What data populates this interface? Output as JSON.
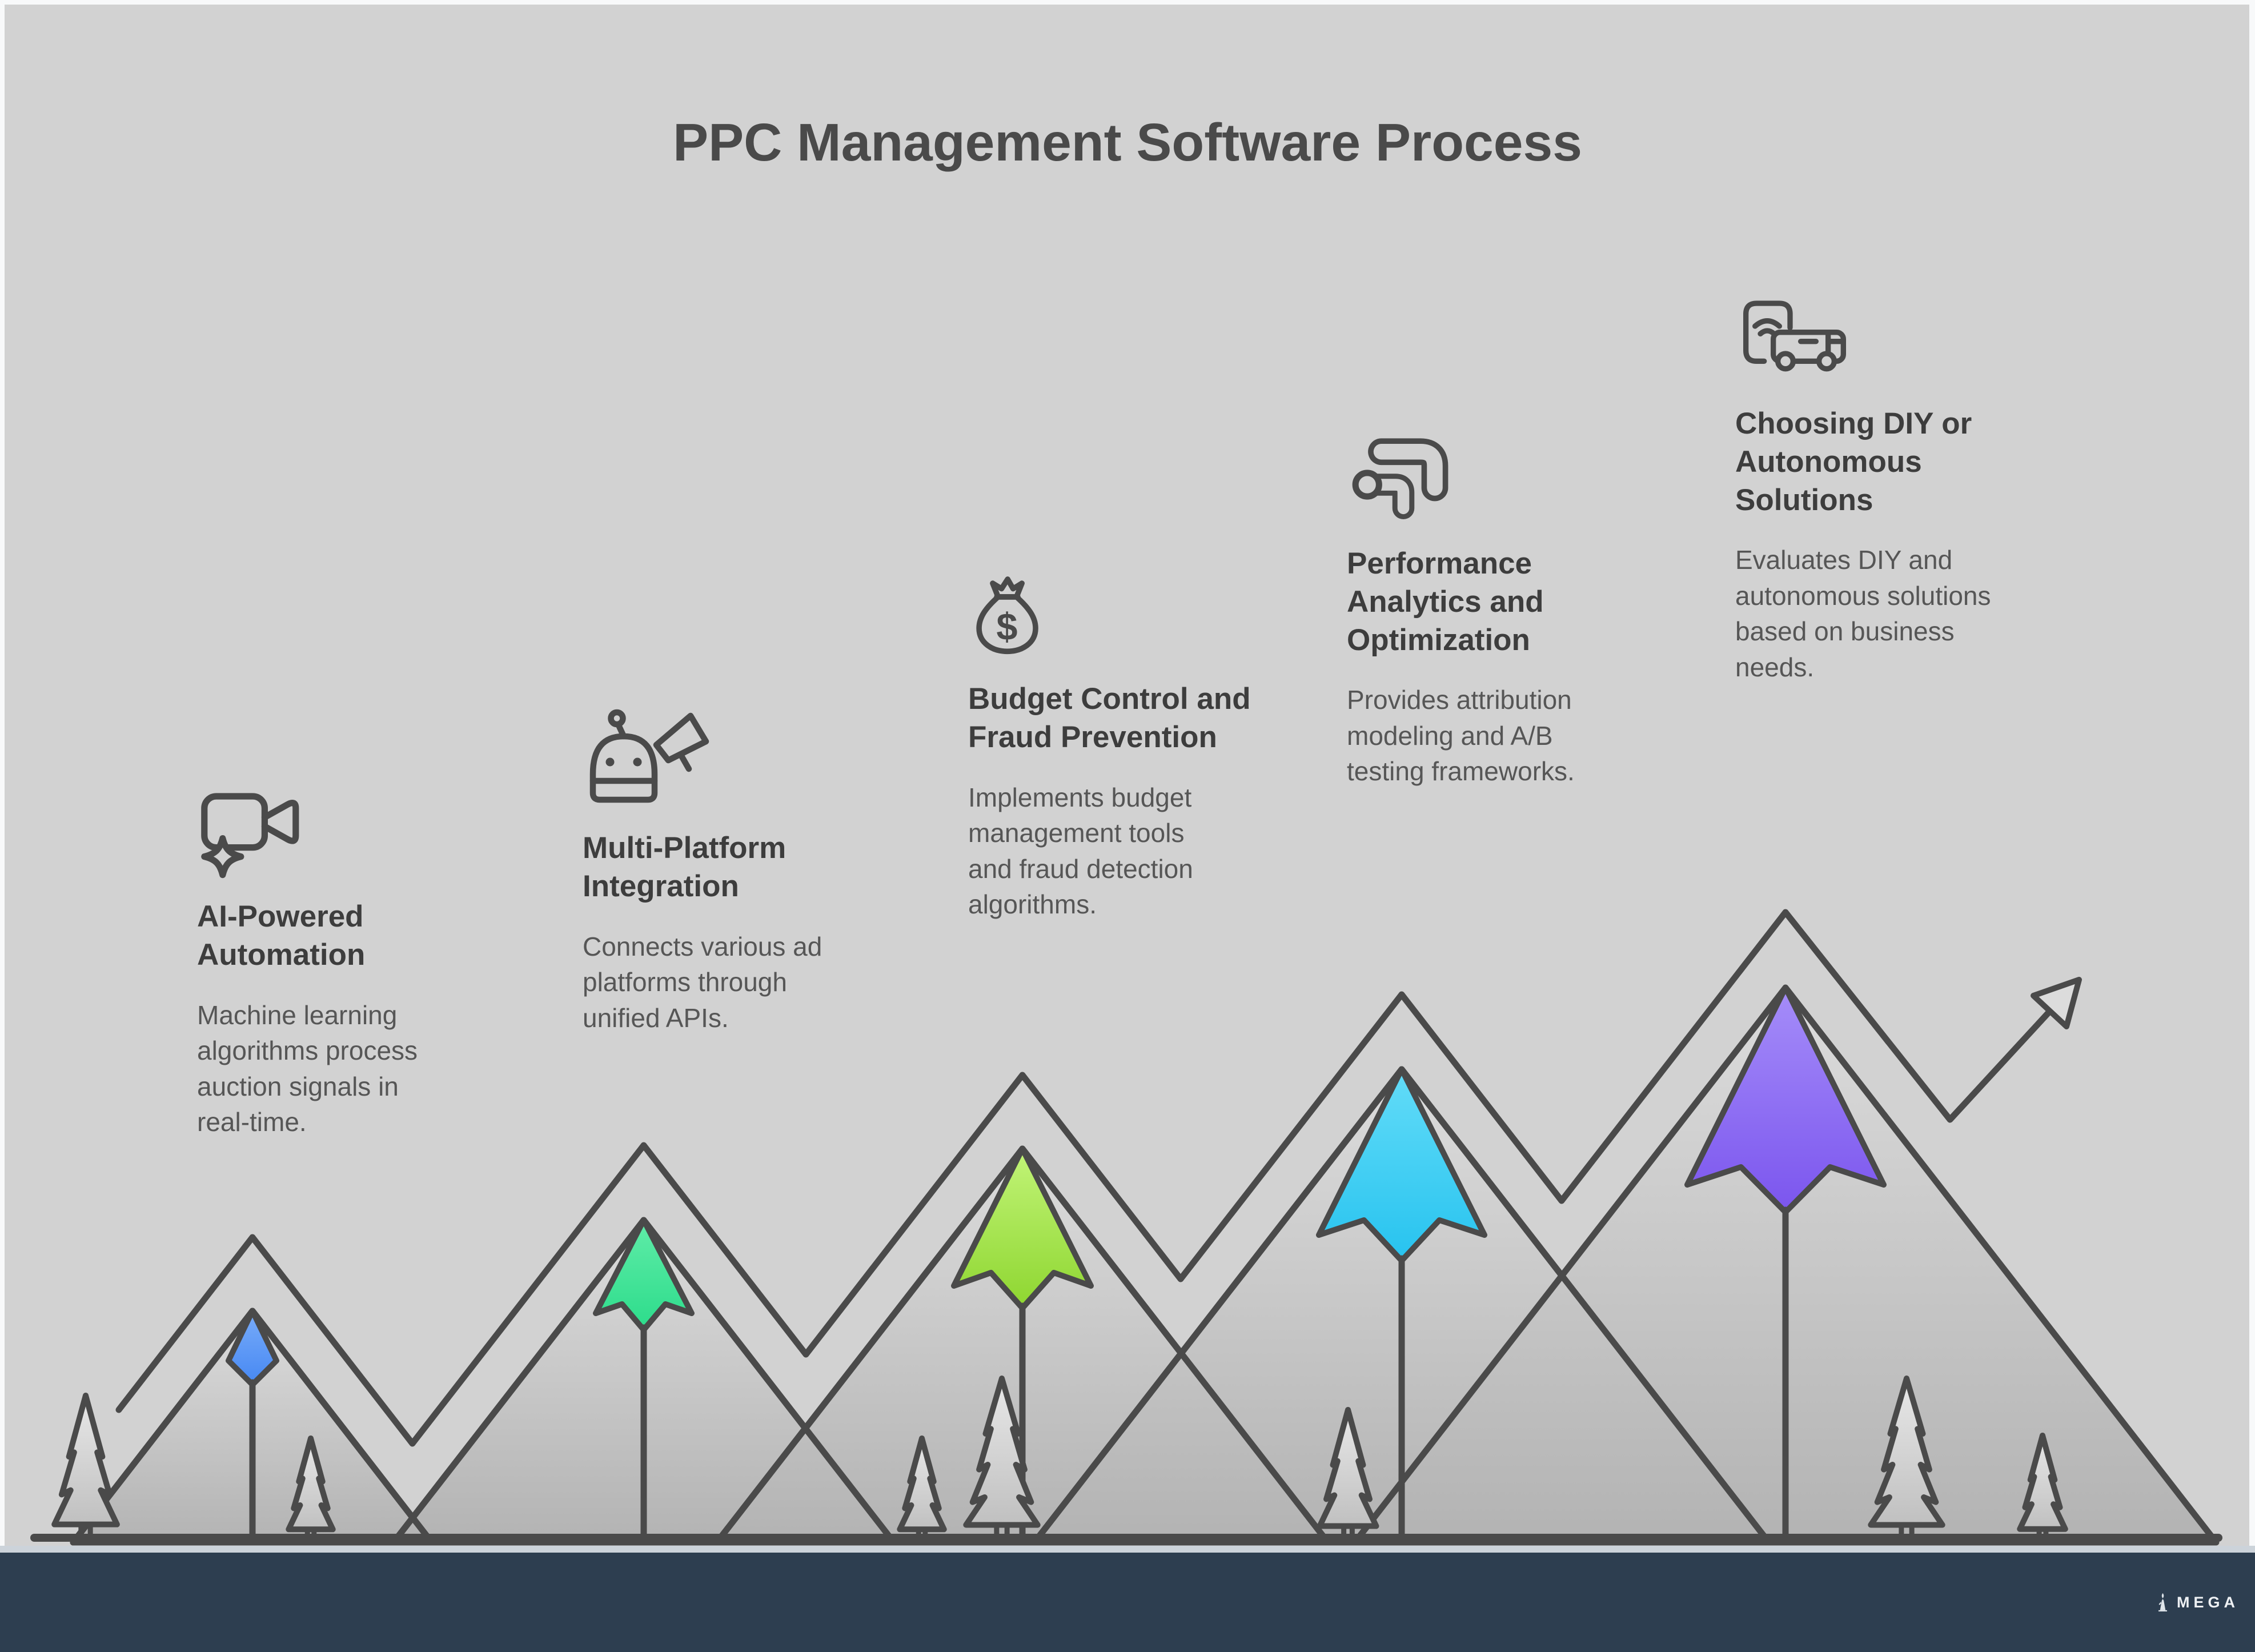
{
  "title": "PPC Management Software Process",
  "stages": [
    {
      "icon": "ai-camera-sparkle-icon",
      "title": "AI-Powered Automation",
      "description": "Machine learning algorithms process auction signals in real-time.",
      "peak_gradient": {
        "top": "#79acf9",
        "bottom": "#4688f3"
      }
    },
    {
      "icon": "robot-megaphone-icon",
      "title": "Multi-Platform Integration",
      "description": "Connects various ad platforms through unified APIs.",
      "peak_gradient": {
        "top": "#60eca8",
        "bottom": "#2cdc8b"
      }
    },
    {
      "icon": "money-bag-icon",
      "title": "Budget Control and Fraud Prevention",
      "description": "Implements budget management tools and fraud detection algorithms.",
      "peak_gradient": {
        "top": "#c2f478",
        "bottom": "#8ed630"
      }
    },
    {
      "icon": "analytics-arrows-icon",
      "title": "Performance Analytics and Optimization",
      "description": "Provides attribution modeling and A/B testing frameworks.",
      "peak_gradient": {
        "top": "#63dcf8",
        "bottom": "#27c3ef"
      }
    },
    {
      "icon": "smartphone-bus-icon",
      "title": "Choosing DIY or Autonomous Solutions",
      "description": "Evaluates DIY and autonomous solutions based on business needs.",
      "peak_gradient": {
        "top": "#a58df9",
        "bottom": "#7b55ee"
      }
    }
  ],
  "footer": {
    "brand": "MEGA"
  },
  "colors": {
    "background": "#d2d2d2",
    "frame": "#f8f9fa",
    "line": "#4a4a4a",
    "footer-bar": "#2d3e50",
    "footer-strip": "#ccd3da",
    "title-text": "#4a4a4a",
    "heading-text": "#3d3d3d",
    "body-text": "#565656",
    "mountain-top": "#dcdcdc",
    "mountain-bottom": "#b3b3b3"
  }
}
